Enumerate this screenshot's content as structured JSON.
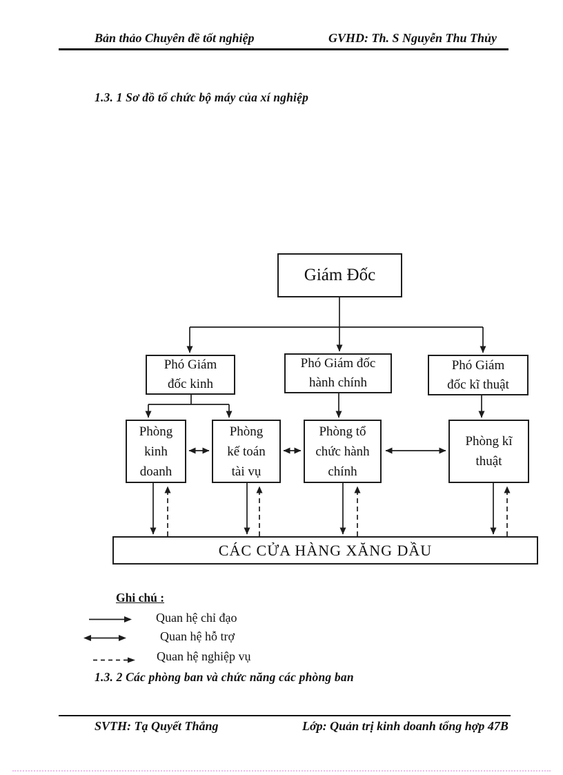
{
  "page": {
    "background": "#ffffff",
    "ink_color": "#1c1c1c"
  },
  "header": {
    "left": "Bản thảo Chuyên đề tốt nghiệp",
    "right": "GVHD: Th. S Nguyễn Thu Thủy"
  },
  "headings": {
    "section_1": "1.3. 1 Sơ đồ tổ chức bộ máy của xí nghiệp",
    "section_2": "1.3. 2 Các phòng ban và chức năng các phòng ban"
  },
  "org_chart": {
    "director": {
      "label": "Giám Đốc"
    },
    "deputies": [
      {
        "label": "Phó Giám\nđốc kinh"
      },
      {
        "label": "Phó Giám đốc\nhành chính"
      },
      {
        "label": "Phó Giám\nđốc kĩ thuật"
      }
    ],
    "departments": [
      {
        "label": "Phòng\nkinh\ndoanh"
      },
      {
        "label": "Phòng\nkế toán\ntài vụ"
      },
      {
        "label": "Phòng tổ\nchức hành\nchính"
      },
      {
        "label": "Phòng kĩ\nthuật"
      }
    ],
    "stores": {
      "label": "CÁC CỬA HÀNG XĂNG DẦU"
    }
  },
  "legend": {
    "title": "Ghi chú :",
    "items": [
      {
        "icon": "solid-arrow-icon",
        "label": "Quan hệ chỉ đạo"
      },
      {
        "icon": "double-arrow-icon",
        "label": "Quan hệ hỗ trợ"
      },
      {
        "icon": "dashed-arrow-icon",
        "label": "Quan hệ nghiệp vụ"
      }
    ]
  },
  "footer": {
    "left": "SVTH: Tạ Quyết Thắng",
    "right": "Lớp: Quản trị kinh doanh tổng hợp 47B"
  }
}
